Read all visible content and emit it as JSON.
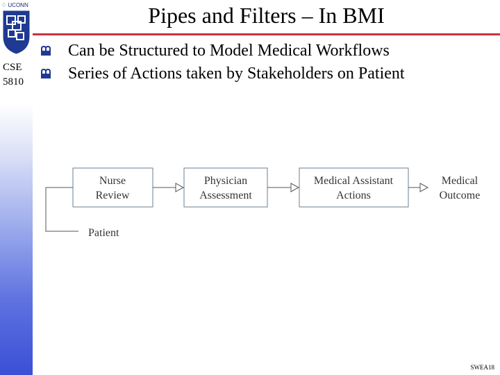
{
  "brand": {
    "logo_text": "UCONN"
  },
  "sidebar": {
    "course_code": "CSE",
    "course_number": "5810"
  },
  "slide": {
    "title": "Pipes and Filters – In BMI",
    "bullets": [
      "Can be Structured to Model Medical Workflows",
      "Series of Actions taken by Stakeholders on Patient"
    ]
  },
  "diagram": {
    "nodes": [
      {
        "lines": [
          "Nurse",
          "Review"
        ]
      },
      {
        "lines": [
          "Physician",
          "Assessment"
        ]
      },
      {
        "lines": [
          "Medical Assistant",
          "Actions"
        ]
      }
    ],
    "output_lines": [
      "Medical",
      "Outcome"
    ],
    "input_label": "Patient"
  },
  "footer": {
    "code": "SWEA18"
  },
  "colors": {
    "title_rule": "#c9323f",
    "sidebar_bottom": "#3a4fd6",
    "node_border": "#6b7f8f"
  }
}
